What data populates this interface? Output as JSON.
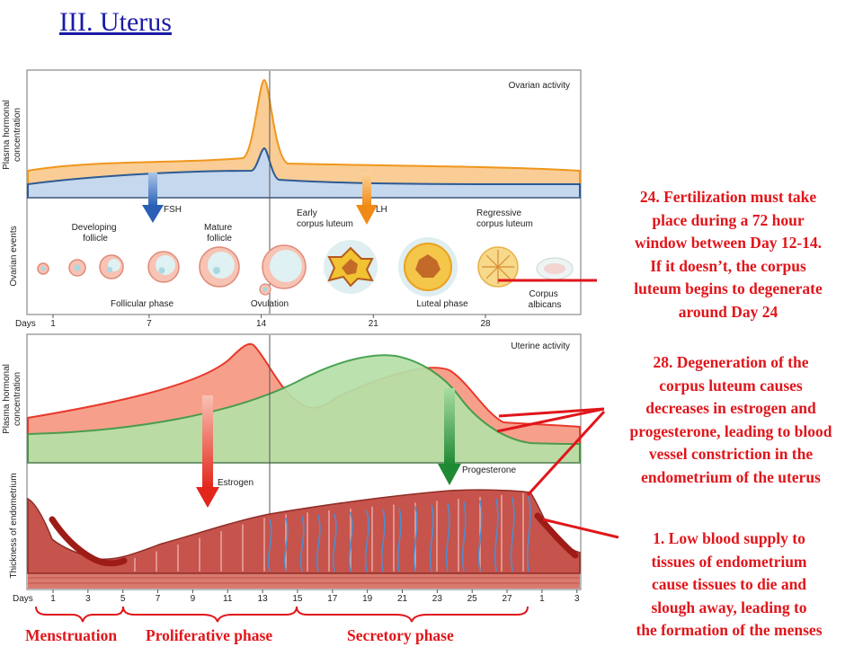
{
  "title": "III.  Uterus",
  "colors": {
    "accent_red": "#e0161b",
    "title_blue": "#1a1aa6",
    "fsh_fill": "#c6d8ee",
    "lh_fill": "#f9cd95",
    "lh_line": "#f0961c",
    "fsh_line": "#2d5a94",
    "estrogen_fill": "#f6a08c",
    "estrogen_line": "#e8392b",
    "progesterone_fill": "#b6e0a8",
    "progesterone_line": "#3c9c47",
    "endometrium": "#c6534c"
  },
  "ovarian_panel": {
    "activity_label": "Ovarian activity",
    "y_label_line1": "Plasma hormonal",
    "y_label_line2": "concentration",
    "events_label": "Ovarian events",
    "fsh_label": "FSH",
    "lh_label": "LH",
    "stage_labels": {
      "developing_follicle": [
        "Developing",
        "follicle"
      ],
      "mature_follicle": [
        "Mature",
        "follicle"
      ],
      "early_corpus_luteum": [
        "Early",
        "corpus luteum"
      ],
      "regressive_corpus_luteum": [
        "Regressive",
        "corpus luteum"
      ],
      "corpus_albicans": [
        "Corpus",
        "albicans"
      ]
    },
    "phase_labels": {
      "follicular": "Follicular phase",
      "ovulation": "Ovulation",
      "luteal": "Luteal phase"
    }
  },
  "uterine_panel": {
    "activity_label": "Uterine activity",
    "y_label_line1": "Plasma hormonal",
    "y_label_line2": "concentration",
    "thickness_label": "Thickness of endometrium",
    "estrogen_label": "Estrogen",
    "progesterone_label": "Progesterone"
  },
  "days_label": "Days",
  "top_day_ticks": [
    {
      "day": 1,
      "label": "1"
    },
    {
      "day": 7,
      "label": "7"
    },
    {
      "day": 14,
      "label": "14"
    },
    {
      "day": 21,
      "label": "21"
    },
    {
      "day": 28,
      "label": "28"
    }
  ],
  "bottom_day_ticks": [
    "1",
    "3",
    "5",
    "7",
    "9",
    "11",
    "13",
    "15",
    "17",
    "19",
    "21",
    "23",
    "25",
    "27",
    "1",
    "3"
  ],
  "notes": {
    "fertilization": [
      "24.  Fertilization must take",
      "place during a 72 hour",
      "window between Day 12-14.",
      "If it doesn’t, the corpus",
      "luteum begins to degenerate",
      "around Day 24"
    ],
    "degeneration": [
      "28.  Degeneration of the",
      "corpus luteum causes",
      "decreases in estrogen and",
      "progesterone, leading to blood",
      "vessel constriction in the",
      "endometrium of the uterus"
    ],
    "blood_supply": [
      "1.  Low blood supply to",
      "tissues of endometrium",
      "cause tissues to die and",
      "slough away,  leading to",
      "the formation of the menses"
    ]
  },
  "phases": {
    "menstruation": "Menstruation",
    "proliferative": "Proliferative phase",
    "secretory": "Secretory phase"
  }
}
